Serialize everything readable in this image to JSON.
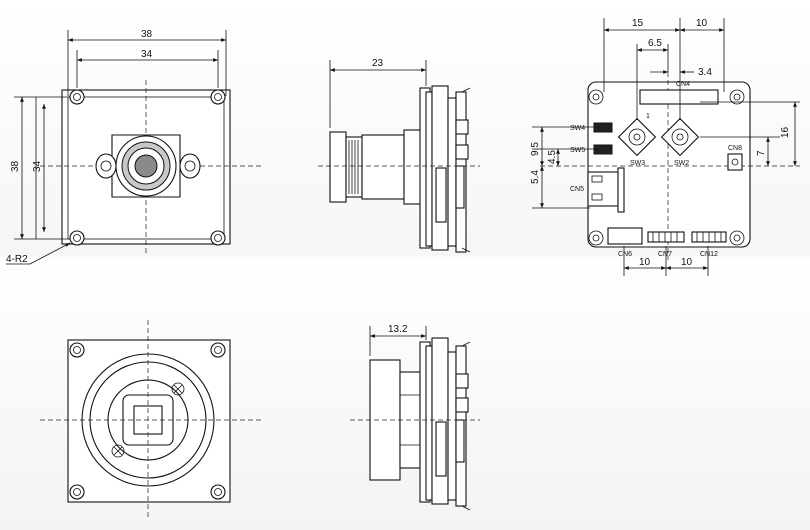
{
  "front_view": {
    "width_outer": "38",
    "width_inner": "34",
    "height_outer": "38",
    "height_inner": "34",
    "hole_note": "4-R2"
  },
  "side_view_top": {
    "depth": "23"
  },
  "side_view_bottom": {
    "depth": "13.2"
  },
  "board_view": {
    "dim_15": "15",
    "dim_10_top": "10",
    "dim_6_5": "6.5",
    "dim_3_4": "3.4",
    "dim_16": "16",
    "dim_7": "7",
    "dim_9_5": "9.5",
    "dim_4_5": "4.5",
    "dim_5_4": "5.4",
    "dim_10_bl": "10",
    "dim_10_br": "10",
    "labels": {
      "sw4": "SW4",
      "sw5": "SW5",
      "sw3": "SW3",
      "sw2": "SW2",
      "cn4": "CN4",
      "cn5": "CN5",
      "cn6": "CN6",
      "cn7": "CN7",
      "cn8": "CN8",
      "cn12": "CN12",
      "pin1": "1"
    }
  },
  "colors": {
    "line": "#111111",
    "lens_gray": "#c8c8c8",
    "center_gray": "#8a8a8a"
  }
}
